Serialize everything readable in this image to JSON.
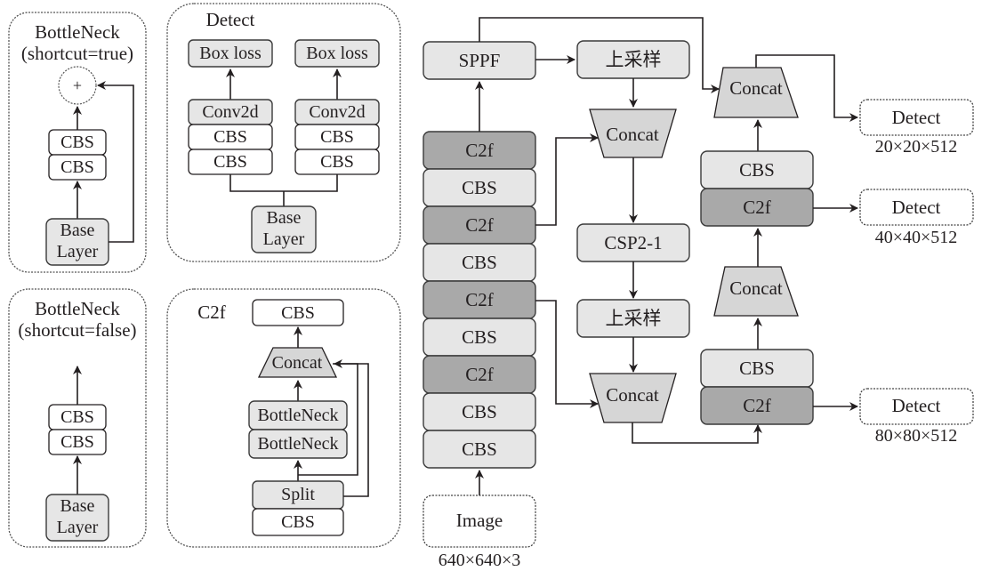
{
  "colors": {
    "line": "#231f20",
    "light_fill": "#e6e6e6",
    "dark_fill": "#a9a9a9",
    "concat_fill": "#d6d6d6"
  },
  "panels": {
    "bottleneck_true": {
      "title_line1": "BottleNeck",
      "title_line2": "(shortcut=true)",
      "add_symbol": "+",
      "blocks": [
        "CBS",
        "CBS"
      ],
      "base_line1": "Base",
      "base_line2": "Layer"
    },
    "bottleneck_false": {
      "title_line1": "BottleNeck",
      "title_line2": "(shortcut=false)",
      "blocks": [
        "CBS",
        "CBS"
      ],
      "base_line1": "Base",
      "base_line2": "Layer"
    },
    "detect": {
      "title": "Detect",
      "left_branch": [
        "Box loss",
        "Conv2d",
        "CBS",
        "CBS"
      ],
      "right_branch": [
        "Box loss",
        "Conv2d",
        "CBS",
        "CBS"
      ],
      "base_line1": "Base",
      "base_line2": "Layer"
    },
    "c2f": {
      "title": "C2f",
      "top": "CBS",
      "concat": "Concat",
      "bottlenecks": [
        "BottleNeck",
        "BottleNeck"
      ],
      "split": "Split",
      "bottom": "CBS"
    }
  },
  "network": {
    "backbone": [
      "C2f",
      "CBS",
      "C2f",
      "CBS",
      "C2f",
      "CBS",
      "C2f",
      "CBS",
      "CBS"
    ],
    "sppf": "SPPF",
    "input": {
      "label": "Image",
      "size": "640×640×3"
    },
    "neck": {
      "upsample1": "上采样",
      "concat1": "Concat",
      "csp": "CSP2-1",
      "upsample2": "上采样",
      "concat2": "Concat"
    },
    "head": {
      "concat_top": "Concat",
      "cbs_top": "CBS",
      "c2f_mid": "C2f",
      "concat_mid": "Concat",
      "cbs_bottom": "CBS",
      "c2f_bottom": "C2f"
    },
    "outputs": [
      {
        "label": "Detect",
        "size": "20×20×512"
      },
      {
        "label": "Detect",
        "size": "40×40×512"
      },
      {
        "label": "Detect",
        "size": "80×80×512"
      }
    ]
  }
}
